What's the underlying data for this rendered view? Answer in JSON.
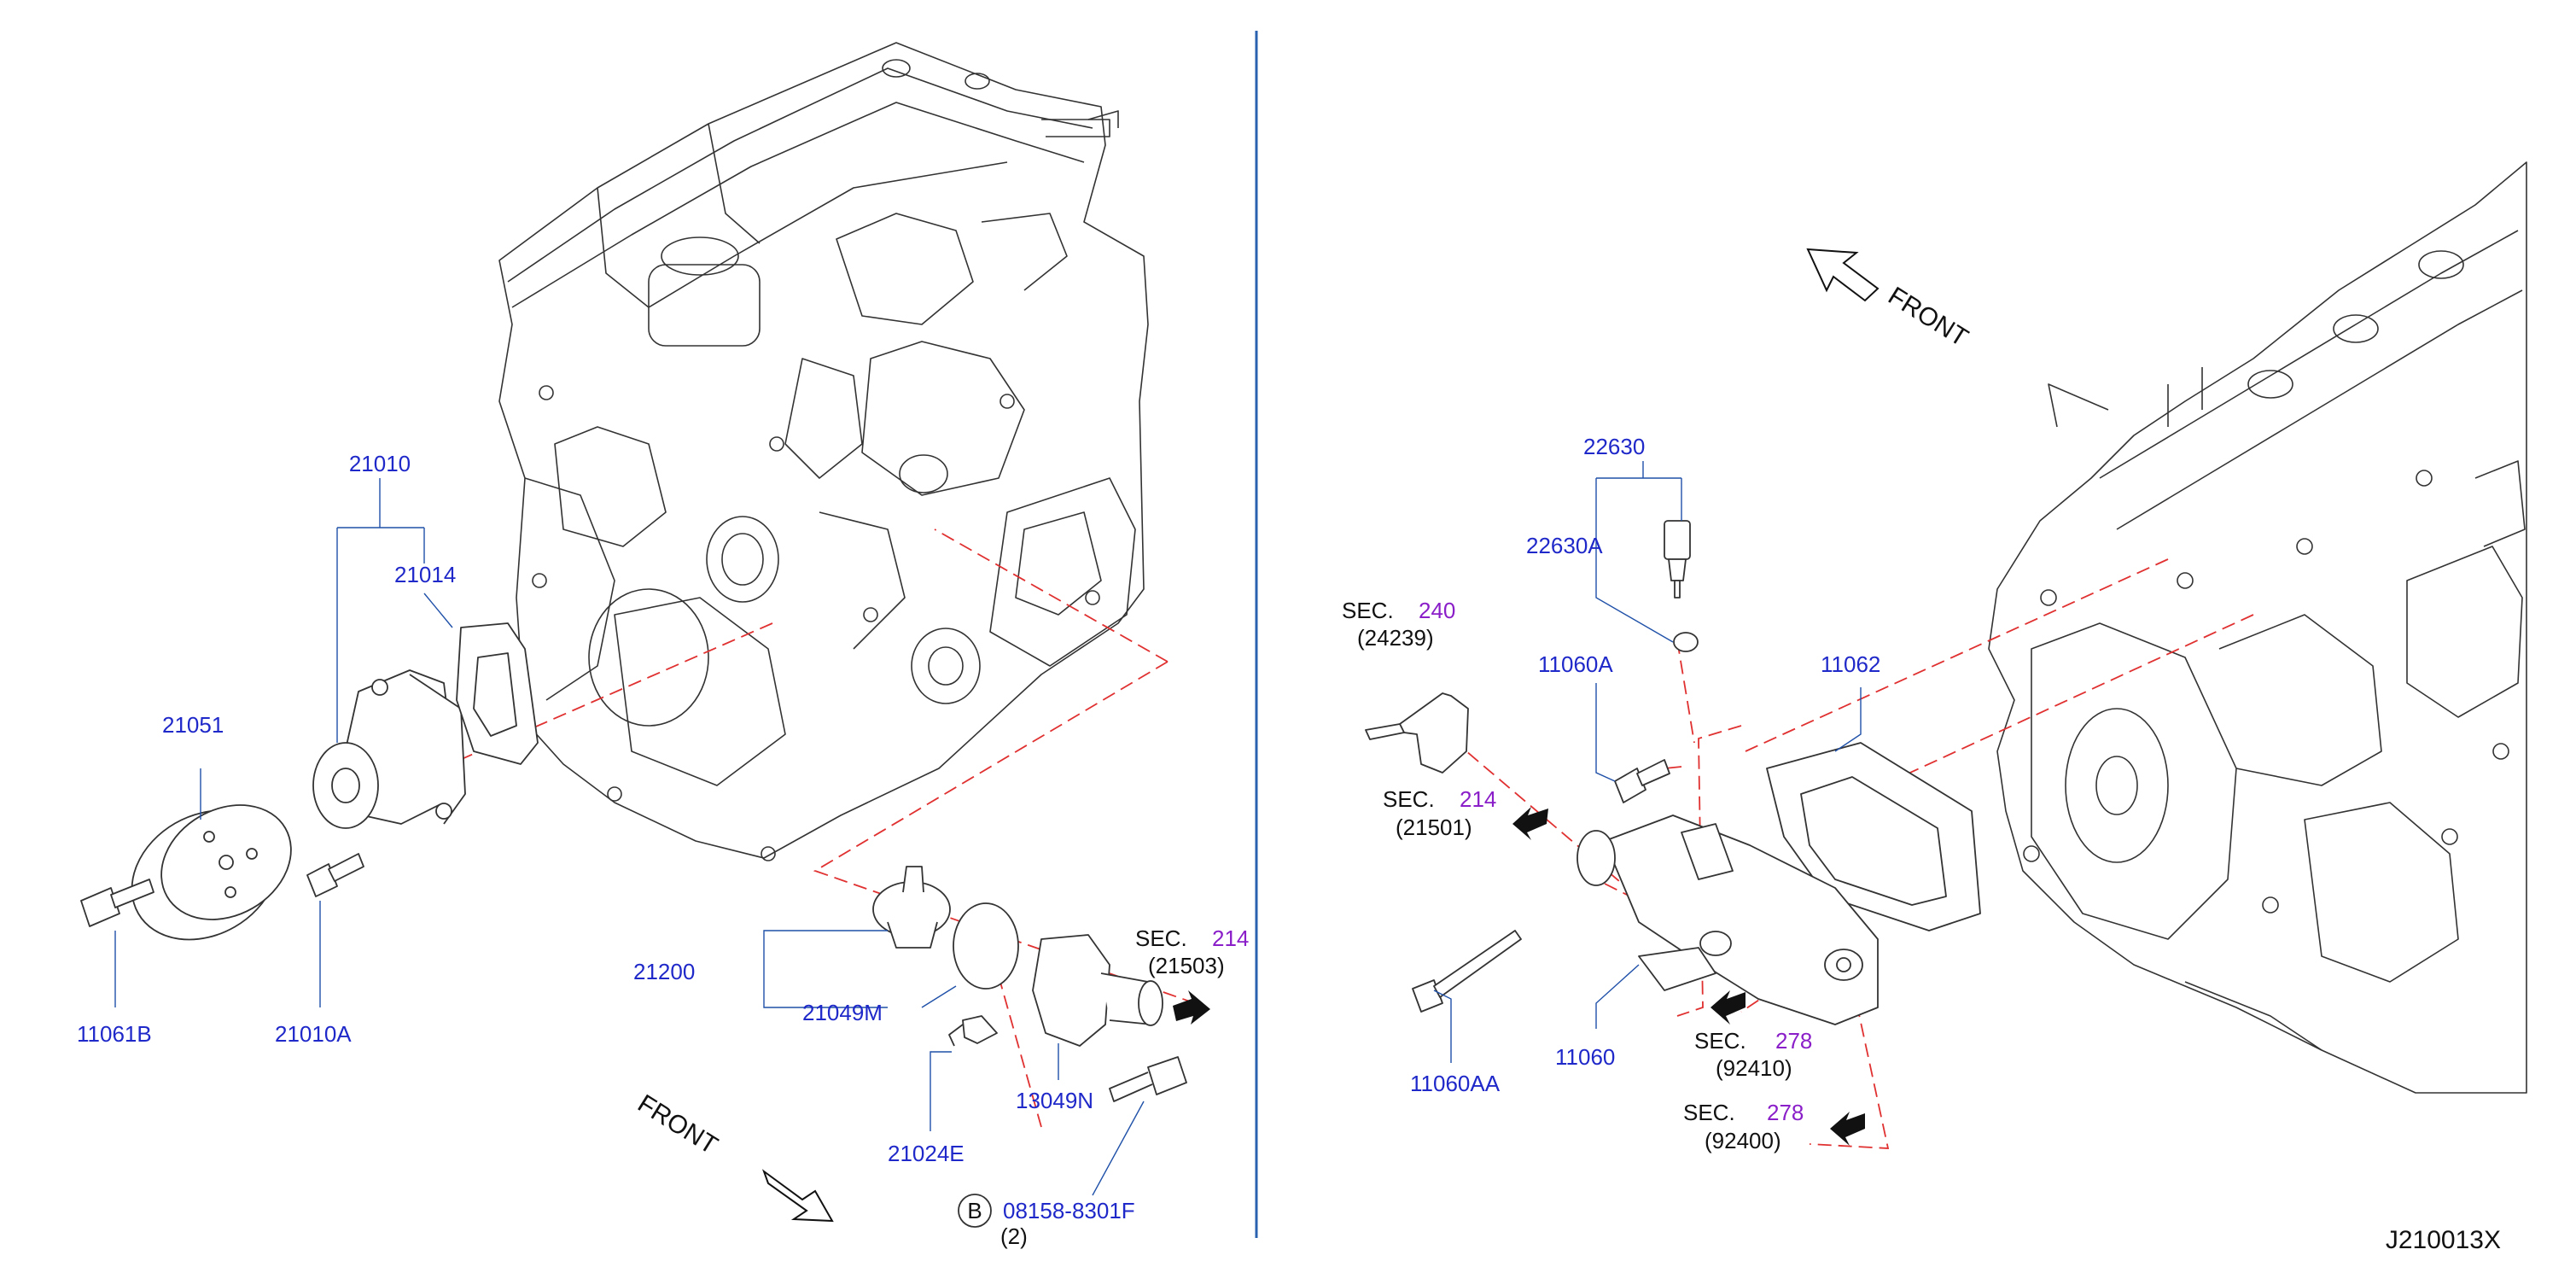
{
  "left": {
    "labels": {
      "p21010": "21010",
      "p21014": "21014",
      "p21051": "21051",
      "p11061B": "11061B",
      "p21010A": "21010A",
      "p21200": "21200",
      "p21049M": "21049M",
      "p21024E": "21024E",
      "p13049N": "13049N",
      "p08158": "08158-8301F",
      "qty08158": "(2)",
      "circleB": "B"
    },
    "sec": {
      "prefix": "SEC.",
      "num": "214",
      "sub": "(21503)"
    },
    "front": "FRONT"
  },
  "right": {
    "labels": {
      "p22630": "22630",
      "p22630A": "22630A",
      "p11060A": "11060A",
      "p11062": "11062",
      "p11060AA": "11060AA",
      "p11060": "11060"
    },
    "sec240": {
      "prefix": "SEC.",
      "num": "240",
      "sub": "(24239)"
    },
    "sec214": {
      "prefix": "SEC.",
      "num": "214",
      "sub": "(21501)"
    },
    "sec278a": {
      "prefix": "SEC.",
      "num": "278",
      "sub": "(92410)"
    },
    "sec278b": {
      "prefix": "SEC.",
      "num": "278",
      "sub": "(92400)"
    },
    "front": "FRONT"
  },
  "diagram_id": "J210013X",
  "colors": {
    "part_number": "#1f28c8",
    "section_number": "#8a1ec8",
    "leader": "#1f50a8",
    "dashed_guide": "#e03030"
  }
}
